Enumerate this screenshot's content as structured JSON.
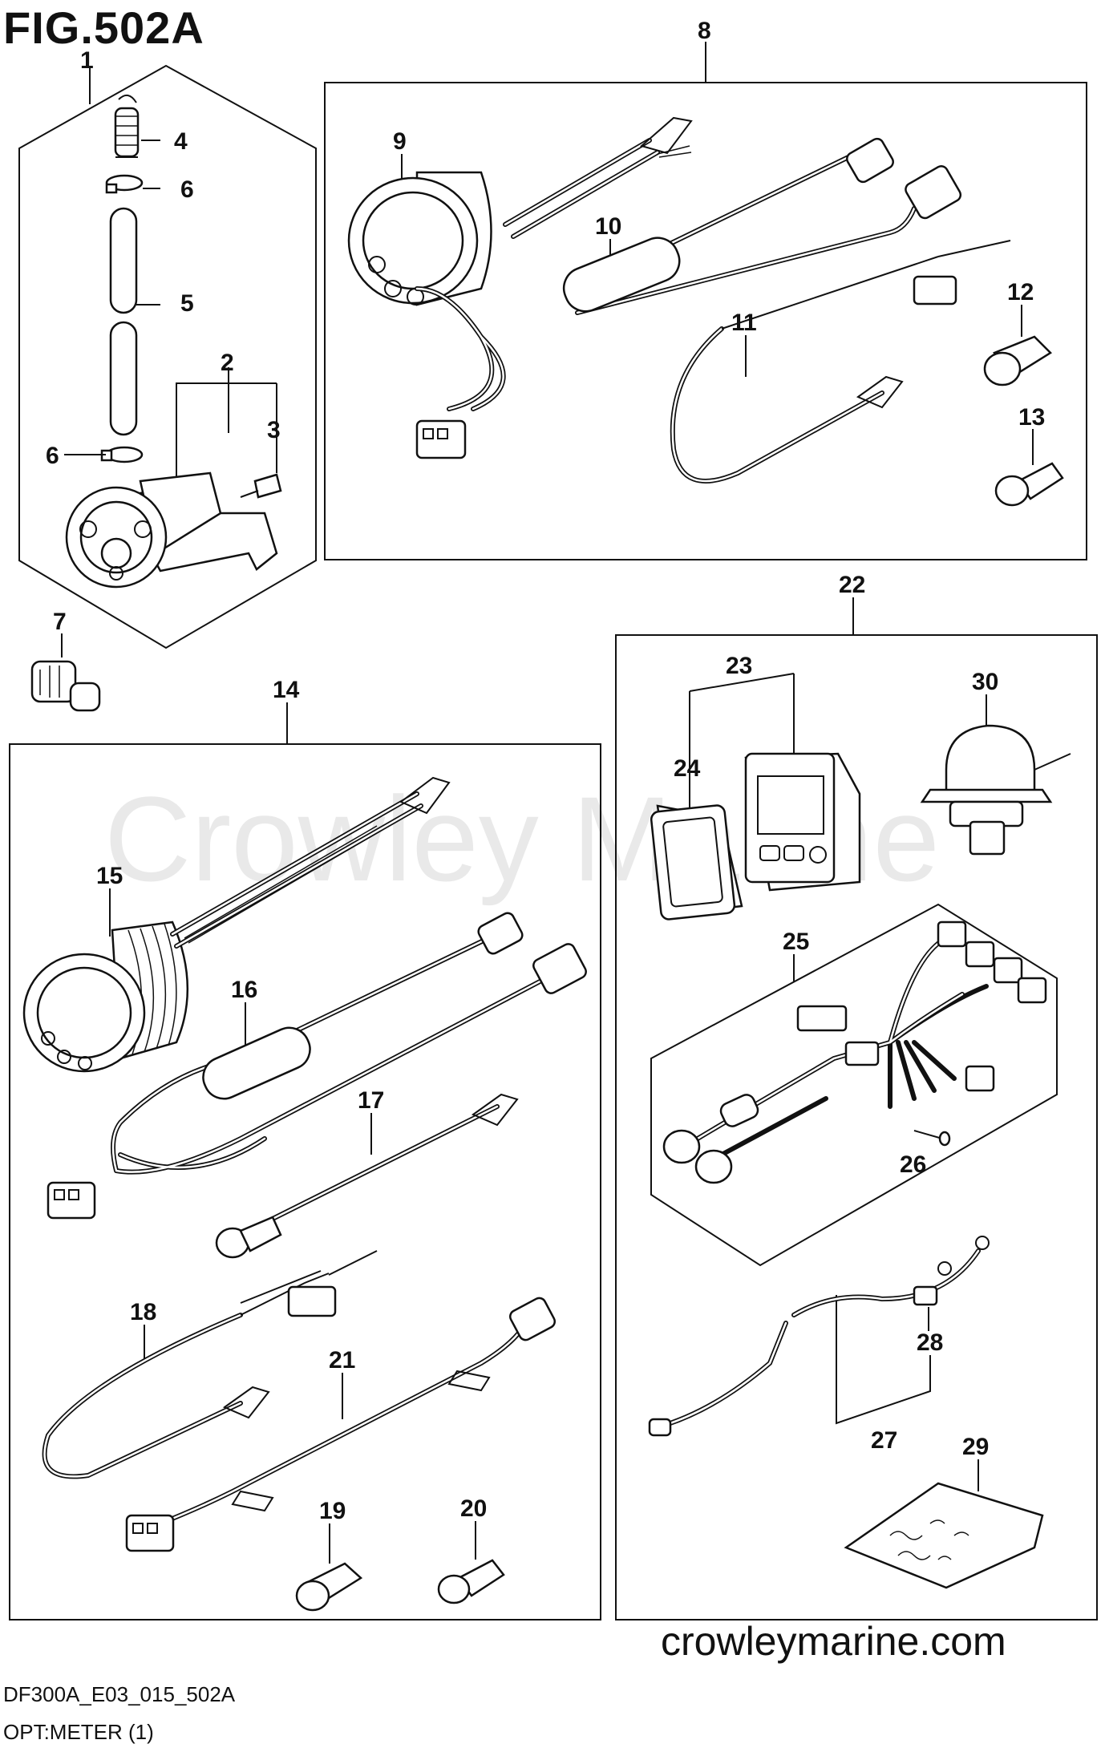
{
  "figure": {
    "title": "FIG.502A",
    "code": "DF300A_E03_015_502A",
    "caption": "OPT:METER (1)",
    "website": "crowleymarine.com",
    "watermark": "Crowley Marine"
  },
  "callouts": [
    "1",
    "2",
    "3",
    "4",
    "5",
    "6",
    "6",
    "7",
    "8",
    "9",
    "10",
    "11",
    "12",
    "13",
    "14",
    "15",
    "16",
    "17",
    "18",
    "19",
    "20",
    "21",
    "22",
    "23",
    "24",
    "25",
    "26",
    "27",
    "28",
    "29",
    "30"
  ],
  "colors": {
    "ink": "#111111",
    "watermark": "#e9e9e9",
    "background": "#ffffff"
  }
}
